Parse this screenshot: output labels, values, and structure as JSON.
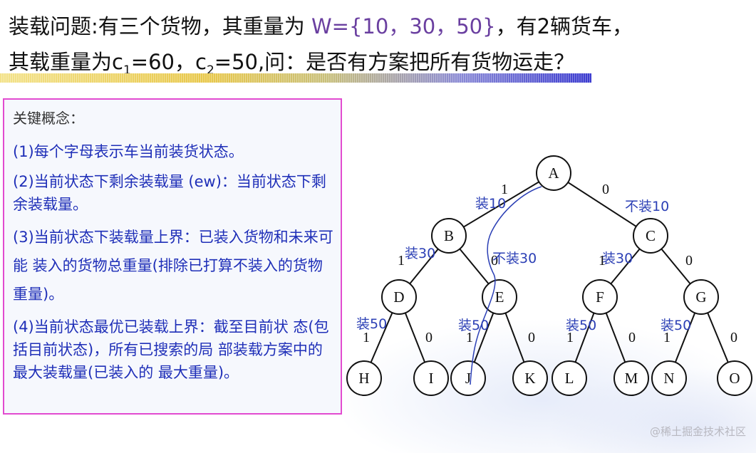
{
  "title": {
    "line1_prefix": "装载问题:有三个货物，其重量为 ",
    "line1_weights": "W={10，30，50}",
    "line1_suffix": "，有2辆货车，",
    "line2_a": "其载重量为c",
    "line2_sub1": "1",
    "line2_b": "=60，c",
    "line2_sub2": "2",
    "line2_c": "=50,问：是否有方案把所有货物运走？"
  },
  "concepts": {
    "heading": "关键概念：",
    "items": [
      "(1)每个字母表示车当前装货状态。",
      "(2)当前状态下剩余装载量 (ew)：当前状态下剩余装载量。",
      "(3)当前状态下装载量上界：已装入货物和未来可能 装入的货物总重量(排除已打算不装入的货物重量)。",
      "(4)当前状态最优已装载上界：截至目前状 态(包 括目前状态)，所有已搜索的局 部装载方案中的最大装载量(已装入的 最大重量)。"
    ]
  },
  "tree": {
    "nodes": [
      "A",
      "B",
      "C",
      "D",
      "E",
      "F",
      "G",
      "H",
      "I",
      "J",
      "K",
      "L",
      "M",
      "N",
      "O"
    ],
    "edge_labels": [
      "1",
      "0",
      "1",
      "0",
      "1",
      "0",
      "1",
      "0",
      "1",
      "0",
      "1",
      "0",
      "1",
      "0"
    ],
    "annotations": [
      "装10",
      "不装10",
      "装30",
      "不装30",
      "装30",
      "装50",
      "装50",
      "装50",
      "装50"
    ]
  },
  "watermark": "@稀土掘金技术社区",
  "colors": {
    "annotation": "#2b3fb5",
    "box_border": "#e24bd0",
    "text_blue": "#1f2fb8",
    "title_accent": "#6a3fa0"
  }
}
